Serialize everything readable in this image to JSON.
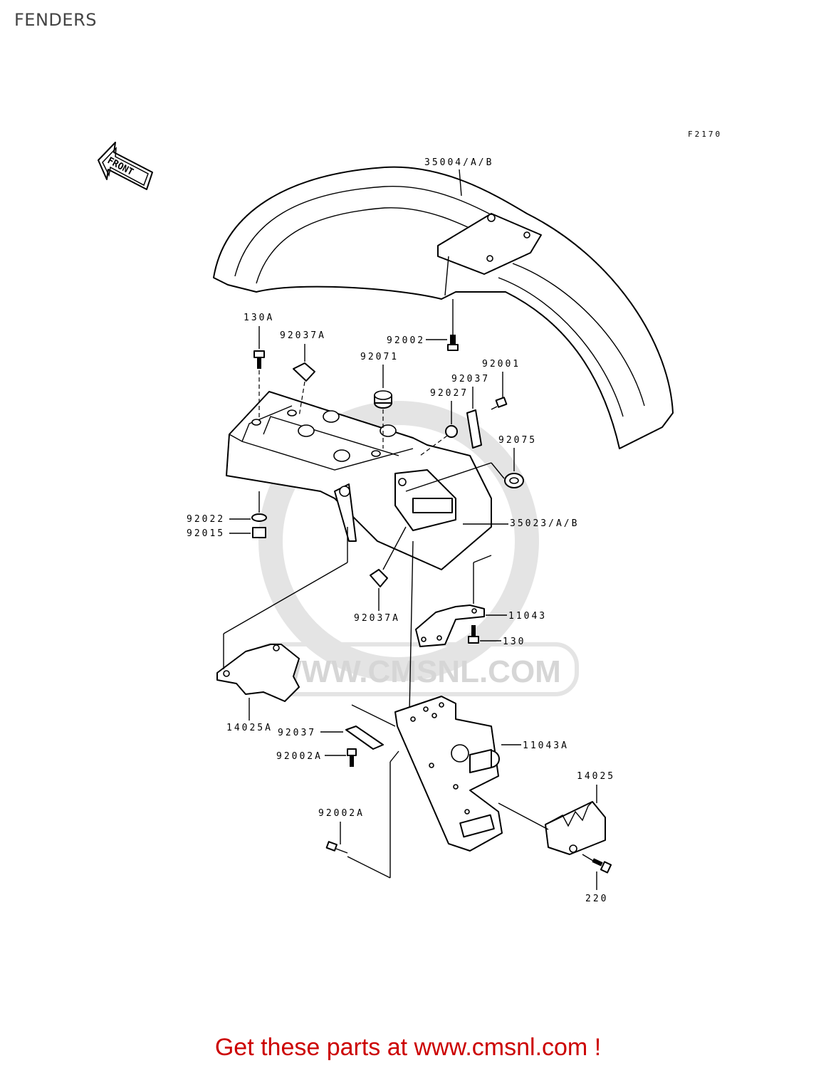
{
  "title": "FENDERS",
  "ref_code": "F2170",
  "front_marker": "FRONT",
  "watermark": "WWW.CMSNL.COM",
  "cta_text": "Get these parts at www.cmsnl.com !",
  "cta_color": "#cc0000",
  "labels": {
    "p35004": "35004/A/B",
    "p130A": "130A",
    "p92037A_top": "92037A",
    "p92002": "92002",
    "p92071": "92071",
    "p92001": "92001",
    "p92037_top": "92037",
    "p92027": "92027",
    "p92075": "92075",
    "p35023": "35023/A/B",
    "p92022": "92022",
    "p92015": "92015",
    "p92037A_bottom": "92037A",
    "p11043": "11043",
    "p130": "130",
    "p14025A": "14025A",
    "p92037_bottom": "92037",
    "p92002A_mid": "92002A",
    "p11043A": "11043A",
    "p14025": "14025",
    "p92002A_bottom": "92002A",
    "p220": "220"
  }
}
